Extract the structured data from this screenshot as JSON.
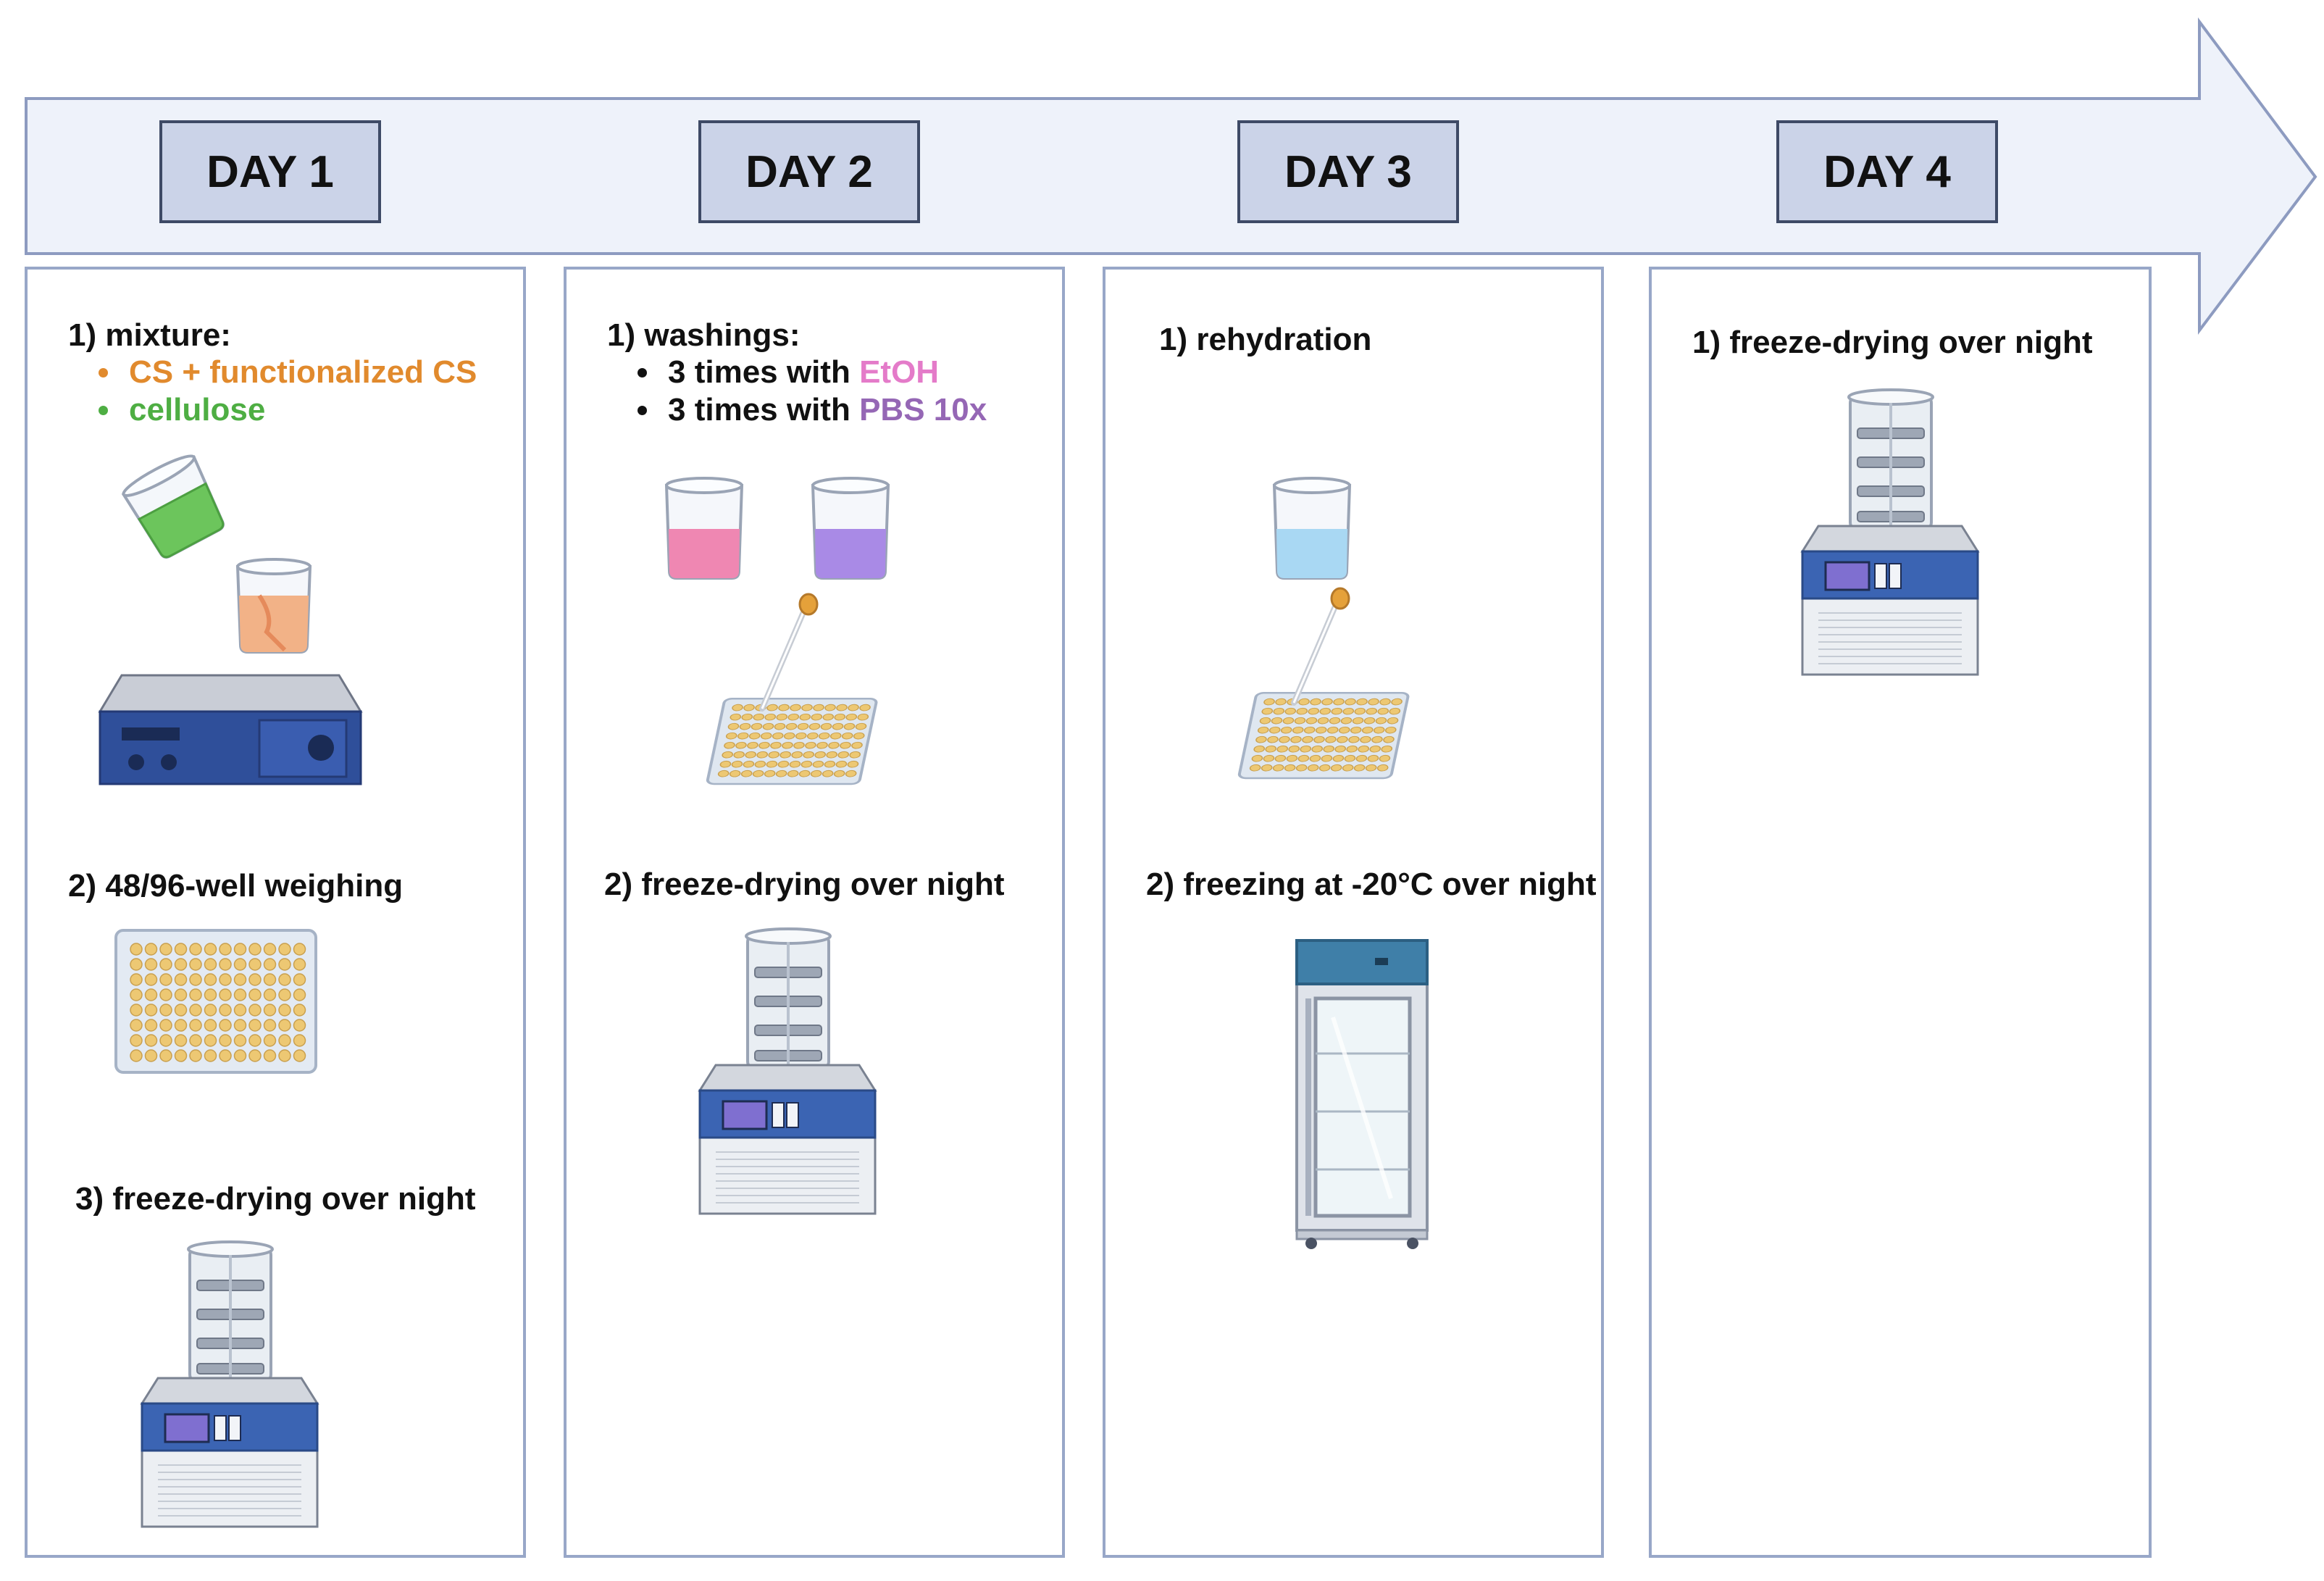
{
  "days": [
    {
      "label": "DAY 1",
      "mixture_title": "1) mixture:",
      "mixture_items": [
        "CS + functionalized CS",
        "cellulose"
      ],
      "step2": "2) 48/96-well weighing",
      "step3": "3) freeze-drying over night"
    },
    {
      "label": "DAY 2",
      "washings_title": "1) washings:",
      "wash1_prefix": "3 times with ",
      "wash1_agent": "EtOH",
      "wash2_prefix": "3  times with ",
      "wash2_agent": "PBS 10x",
      "step2": "2) freeze-drying over night"
    },
    {
      "label": "DAY 3",
      "step1": "1) rehydration",
      "step2": "2) freezing at -20°C over night"
    },
    {
      "label": "DAY 4",
      "step1": "1) freeze-drying over night"
    }
  ],
  "colors": {
    "arrow_fill": "#eef2fa",
    "arrow_stroke": "#8d9bc0",
    "day_box_fill": "#cbd3e8",
    "panel_border": "#98a7c8",
    "orange": "#e18a2d",
    "green": "#4eae43",
    "pink": "#e47bc9",
    "purple": "#9567b5"
  },
  "icons": [
    "timeline-arrow",
    "pouring-beaker-icon",
    "hot-plate-stirrer-icon",
    "well-plate-icon",
    "freeze-dryer-icon",
    "beaker-icon",
    "pipette-icon",
    "freezer-icon"
  ]
}
